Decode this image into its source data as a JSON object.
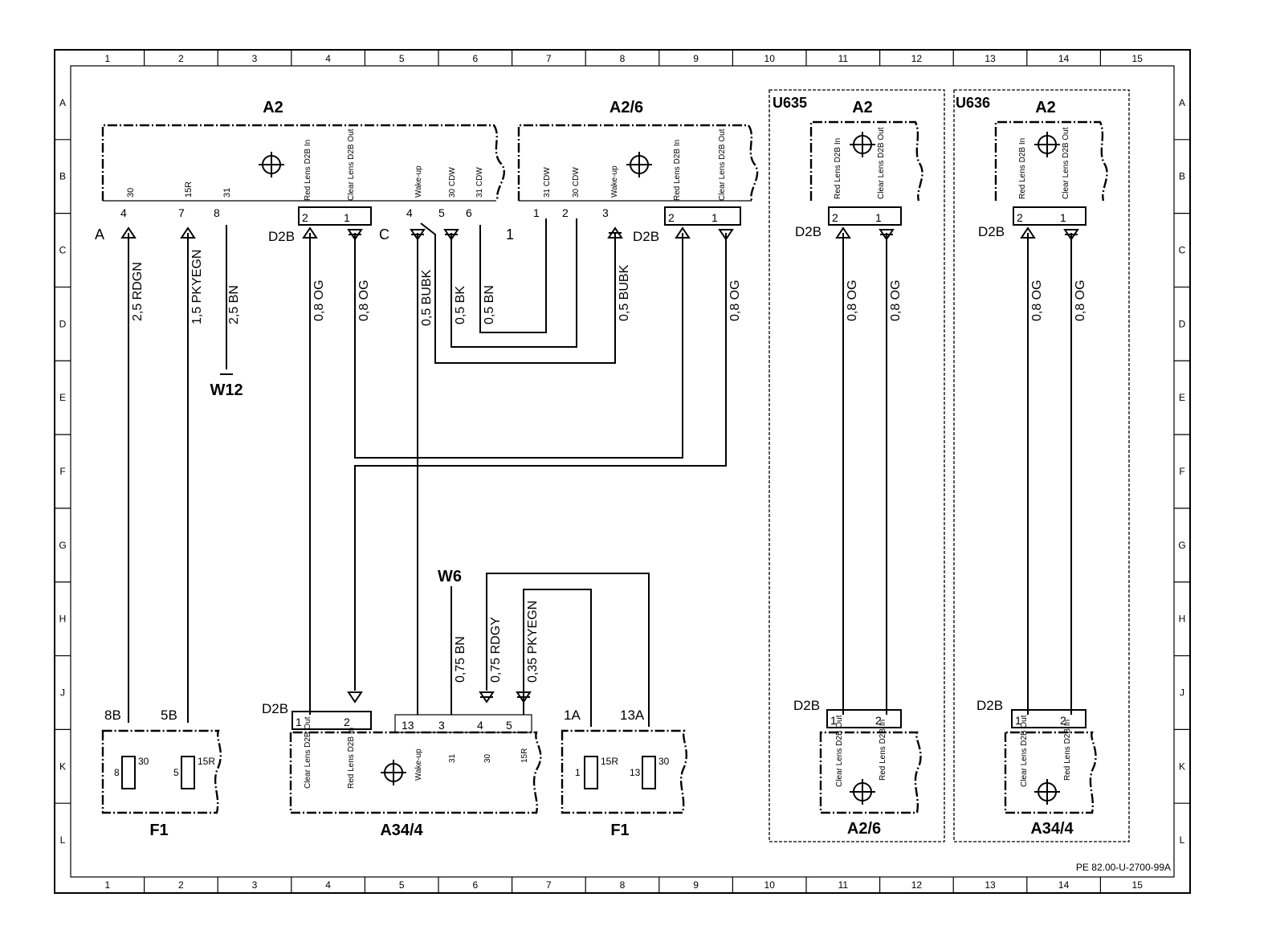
{
  "grid": {
    "columns": [
      "1",
      "2",
      "3",
      "4",
      "5",
      "6",
      "7",
      "8",
      "9",
      "10",
      "11",
      "12",
      "13",
      "14",
      "15"
    ],
    "rows": [
      "A",
      "B",
      "C",
      "D",
      "E",
      "F",
      "G",
      "H",
      "J",
      "K",
      "L"
    ]
  },
  "components": {
    "a2_main": "A2",
    "a2_6_main": "A2/6",
    "u635": "U635",
    "u635_a2": "A2",
    "u635_a2_6": "A2/6",
    "u636": "U636",
    "u636_a2": "A2",
    "u636_a34_4": "A34/4",
    "w12": "W12",
    "w6": "W6",
    "f1_left": "F1",
    "f1_right": "F1",
    "a34_4": "A34/4"
  },
  "connectors": {
    "a": "A",
    "c": "C",
    "one": "1",
    "d2b": "D2B"
  },
  "pins": {
    "a2": [
      {
        "num": "4",
        "sig": "30"
      },
      {
        "num": "7",
        "sig": "15R"
      },
      {
        "num": "8",
        "sig": "31"
      }
    ],
    "a2_d2b": [
      {
        "num": "2",
        "sig": "Red Lens D2B In"
      },
      {
        "num": "1",
        "sig": "Clear Lens D2B Out"
      }
    ],
    "a2_c": [
      {
        "num": "4",
        "sig": "Wake-up"
      },
      {
        "num": "5",
        "sig": "30 CDW"
      },
      {
        "num": "6",
        "sig": "31 CDW"
      }
    ],
    "a2_6": [
      {
        "num": "1",
        "sig": "31 CDW"
      },
      {
        "num": "2",
        "sig": "30 CDW"
      },
      {
        "num": "3",
        "sig": "Wake-up"
      }
    ],
    "a2_6_d2b": [
      {
        "num": "2",
        "sig": "Red Lens D2B In"
      },
      {
        "num": "1",
        "sig": "Clear Lens D2B Out"
      }
    ],
    "a34_d2b": [
      {
        "num": "1",
        "sig": "Clear Lens D2B Out"
      },
      {
        "num": "2",
        "sig": "Red Lens D2B In"
      }
    ],
    "a34": [
      {
        "num": "13",
        "sig": "Wake-up"
      },
      {
        "num": "3",
        "sig": "31"
      },
      {
        "num": "4",
        "sig": "30"
      },
      {
        "num": "5",
        "sig": "15R"
      }
    ]
  },
  "wires": {
    "w1": "2,5 RDGN",
    "w2": "1,5 PKYEGN",
    "w3": "2,5 BN",
    "w4": "0,8 OG",
    "w5": "0,8 OG",
    "w6": "0,5 BUBK",
    "w7": "0,5 BK",
    "w8": "0,5 BN",
    "w9": "0,5 BUBK",
    "w10": "0,8 OG",
    "w11": "0,8 OG",
    "w12": "0,8 OG",
    "w13": "0,8 OG",
    "w14": "0,8 OG",
    "w15": "0,75 BN",
    "w16": "0,75 RDGY",
    "w17": "0,35 PKYEGN"
  },
  "fuses": {
    "f1_left": [
      {
        "pos": "8B",
        "num": "8",
        "sig": "30"
      },
      {
        "pos": "5B",
        "num": "5",
        "sig": "15R"
      }
    ],
    "f1_right": [
      {
        "pos": "1A",
        "num": "1",
        "sig": "15R"
      },
      {
        "pos": "13A",
        "num": "13",
        "sig": "30"
      }
    ]
  },
  "footer": {
    "ref": "PE 82.00-U-2700-99A"
  }
}
